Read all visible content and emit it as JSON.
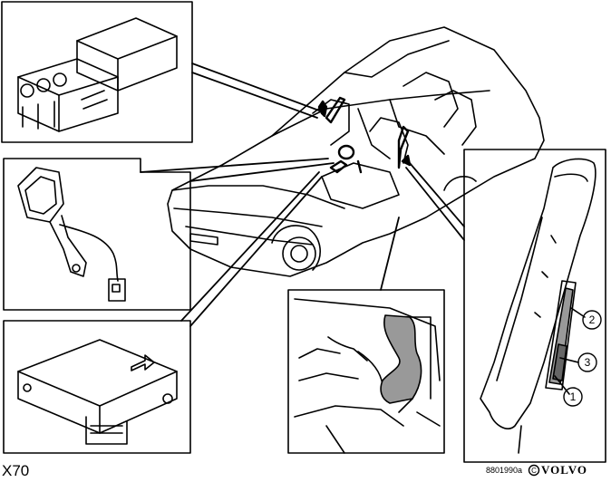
{
  "figure": {
    "id": "X70",
    "code": "8801990a",
    "copyright_symbol": "C",
    "brand": "VOLVO"
  },
  "callouts": [
    {
      "number": "1"
    },
    {
      "number": "2"
    },
    {
      "number": "3"
    }
  ]
}
